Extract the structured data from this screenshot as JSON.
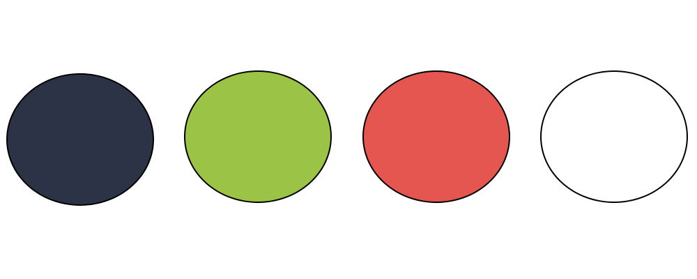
{
  "shapes": [
    {
      "name": "navy-circle",
      "fill": "#2D3347",
      "stroke": "#000000"
    },
    {
      "name": "green-circle",
      "fill": "#9BC446",
      "stroke": "#000000"
    },
    {
      "name": "red-circle",
      "fill": "#E4564F",
      "stroke": "#000000"
    },
    {
      "name": "white-circle",
      "fill": "#FFFFFF",
      "stroke": "#000000"
    }
  ]
}
